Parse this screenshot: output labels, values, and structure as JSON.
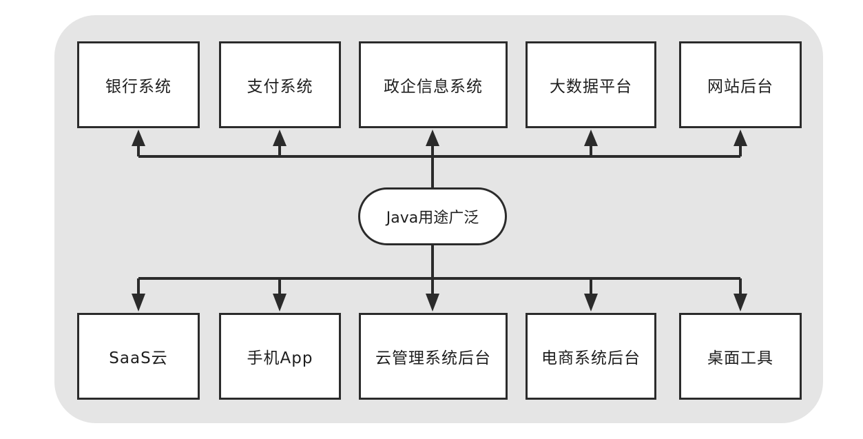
{
  "diagram": {
    "center_label": "Java用途广泛",
    "top_targets": [
      "银行系统",
      "支付系统",
      "政企信息系统",
      "大数据平台",
      "网站后台"
    ],
    "bottom_targets": [
      "SaaS云",
      "手机App",
      "云管理系统后台",
      "电商系统后台",
      "桌面工具"
    ],
    "colors": {
      "panel": "#e5e5e5",
      "stroke": "#2b2b2b",
      "box_fill": "#ffffff"
    }
  }
}
